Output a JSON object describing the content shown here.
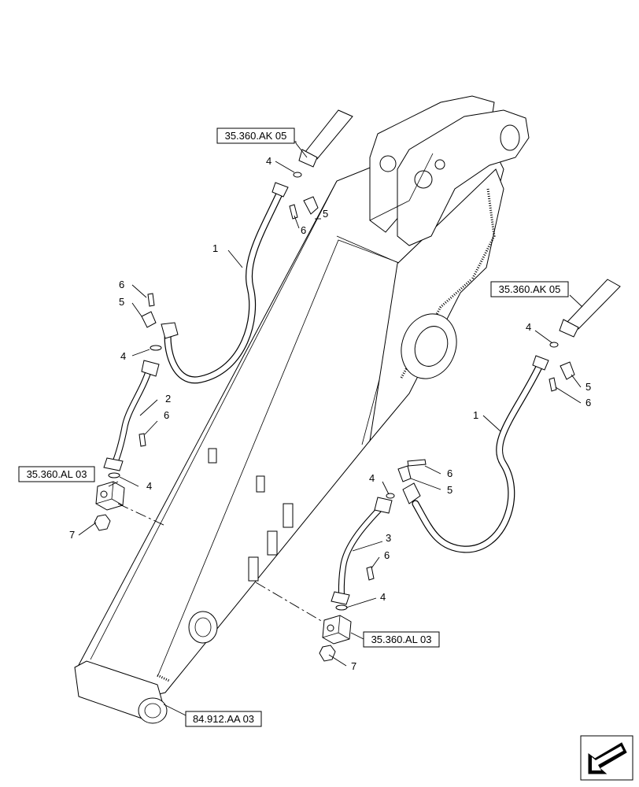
{
  "callouts": {
    "part_1_upper": "1",
    "part_1_lower": "1",
    "part_2": "2",
    "part_3": "3",
    "part_4_top_left": "4",
    "part_4_mid_left": "4",
    "part_4_low_left": "4",
    "part_4_top_right": "4",
    "part_4_mid_right": "4",
    "part_4_low_right": "4",
    "part_5_top_left": "5",
    "part_5_mid_left": "5",
    "part_5_top_right": "5",
    "part_5_mid_right": "5",
    "part_6_top_left": "6",
    "part_6_mid_left": "6",
    "part_6_low_left": "6",
    "part_6_top_right": "6",
    "part_6_mid_right": "6",
    "part_6_low_right": "6",
    "part_7_left": "7",
    "part_7_right": "7"
  },
  "references": {
    "ak05_left": "35.360.AK 05",
    "ak05_right": "35.360.AK 05",
    "al03_left": "35.360.AL 03",
    "al03_right": "35.360.AL 03",
    "aa03_bottom": "84.912.AA 03"
  },
  "icons": {
    "corner": "view-direction-arrow-icon"
  }
}
